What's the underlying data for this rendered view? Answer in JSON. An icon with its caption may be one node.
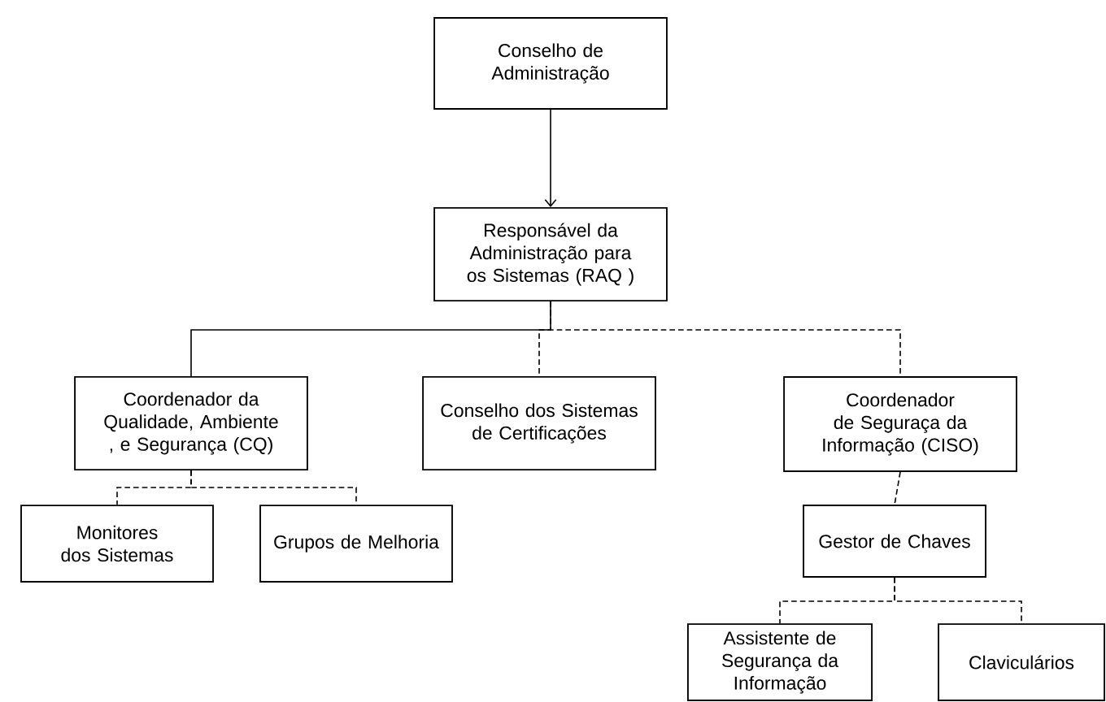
{
  "diagram": {
    "nodes": [
      {
        "text": [
          "Conselho de Administração"
        ]
      },
      {
        "text": [
          "Responsável da Administração para os Sistemas (RAQ )"
        ]
      },
      {
        "text": [
          "Coordenador da Qualidade, Ambiente , e Segurança (CQ)"
        ]
      },
      {
        "text": [
          "Conselho dos Sistemas de Certificações"
        ]
      },
      {
        "text": [
          "Coordenador de Seguraça da Informação (CISO)"
        ]
      },
      {
        "text": [
          "Monitores dos Sistemas"
        ]
      },
      {
        "text": [
          "Grupos de Melhoria"
        ]
      },
      {
        "text": [
          "Gestor de Chaves"
        ]
      },
      {
        "text": [
          "Assistente de Segurança da Informação"
        ]
      },
      {
        "text": [
          "Claviculários"
        ]
      }
    ],
    "edges": [
      {
        "from": 0,
        "to": 1,
        "arrow": "to"
      },
      {
        "from": 1,
        "to": 2,
        "arrow": "none"
      },
      {
        "from": 1,
        "to": 3,
        "arrow": "none",
        "style": "dashed"
      },
      {
        "from": 1,
        "to": 4,
        "arrow": "none",
        "style": "dashed"
      },
      {
        "from": 2,
        "to": 5,
        "arrow": "none",
        "style": "dashed"
      },
      {
        "from": 2,
        "to": 6,
        "arrow": "none",
        "style": "dashed"
      },
      {
        "from": 4,
        "to": 7,
        "arrow": "none",
        "style": "dashed"
      },
      {
        "from": 7,
        "to": 8,
        "arrow": "none",
        "style": "dashed"
      },
      {
        "from": 7,
        "to": 9,
        "arrow": "none",
        "style": "dashed"
      }
    ]
  }
}
